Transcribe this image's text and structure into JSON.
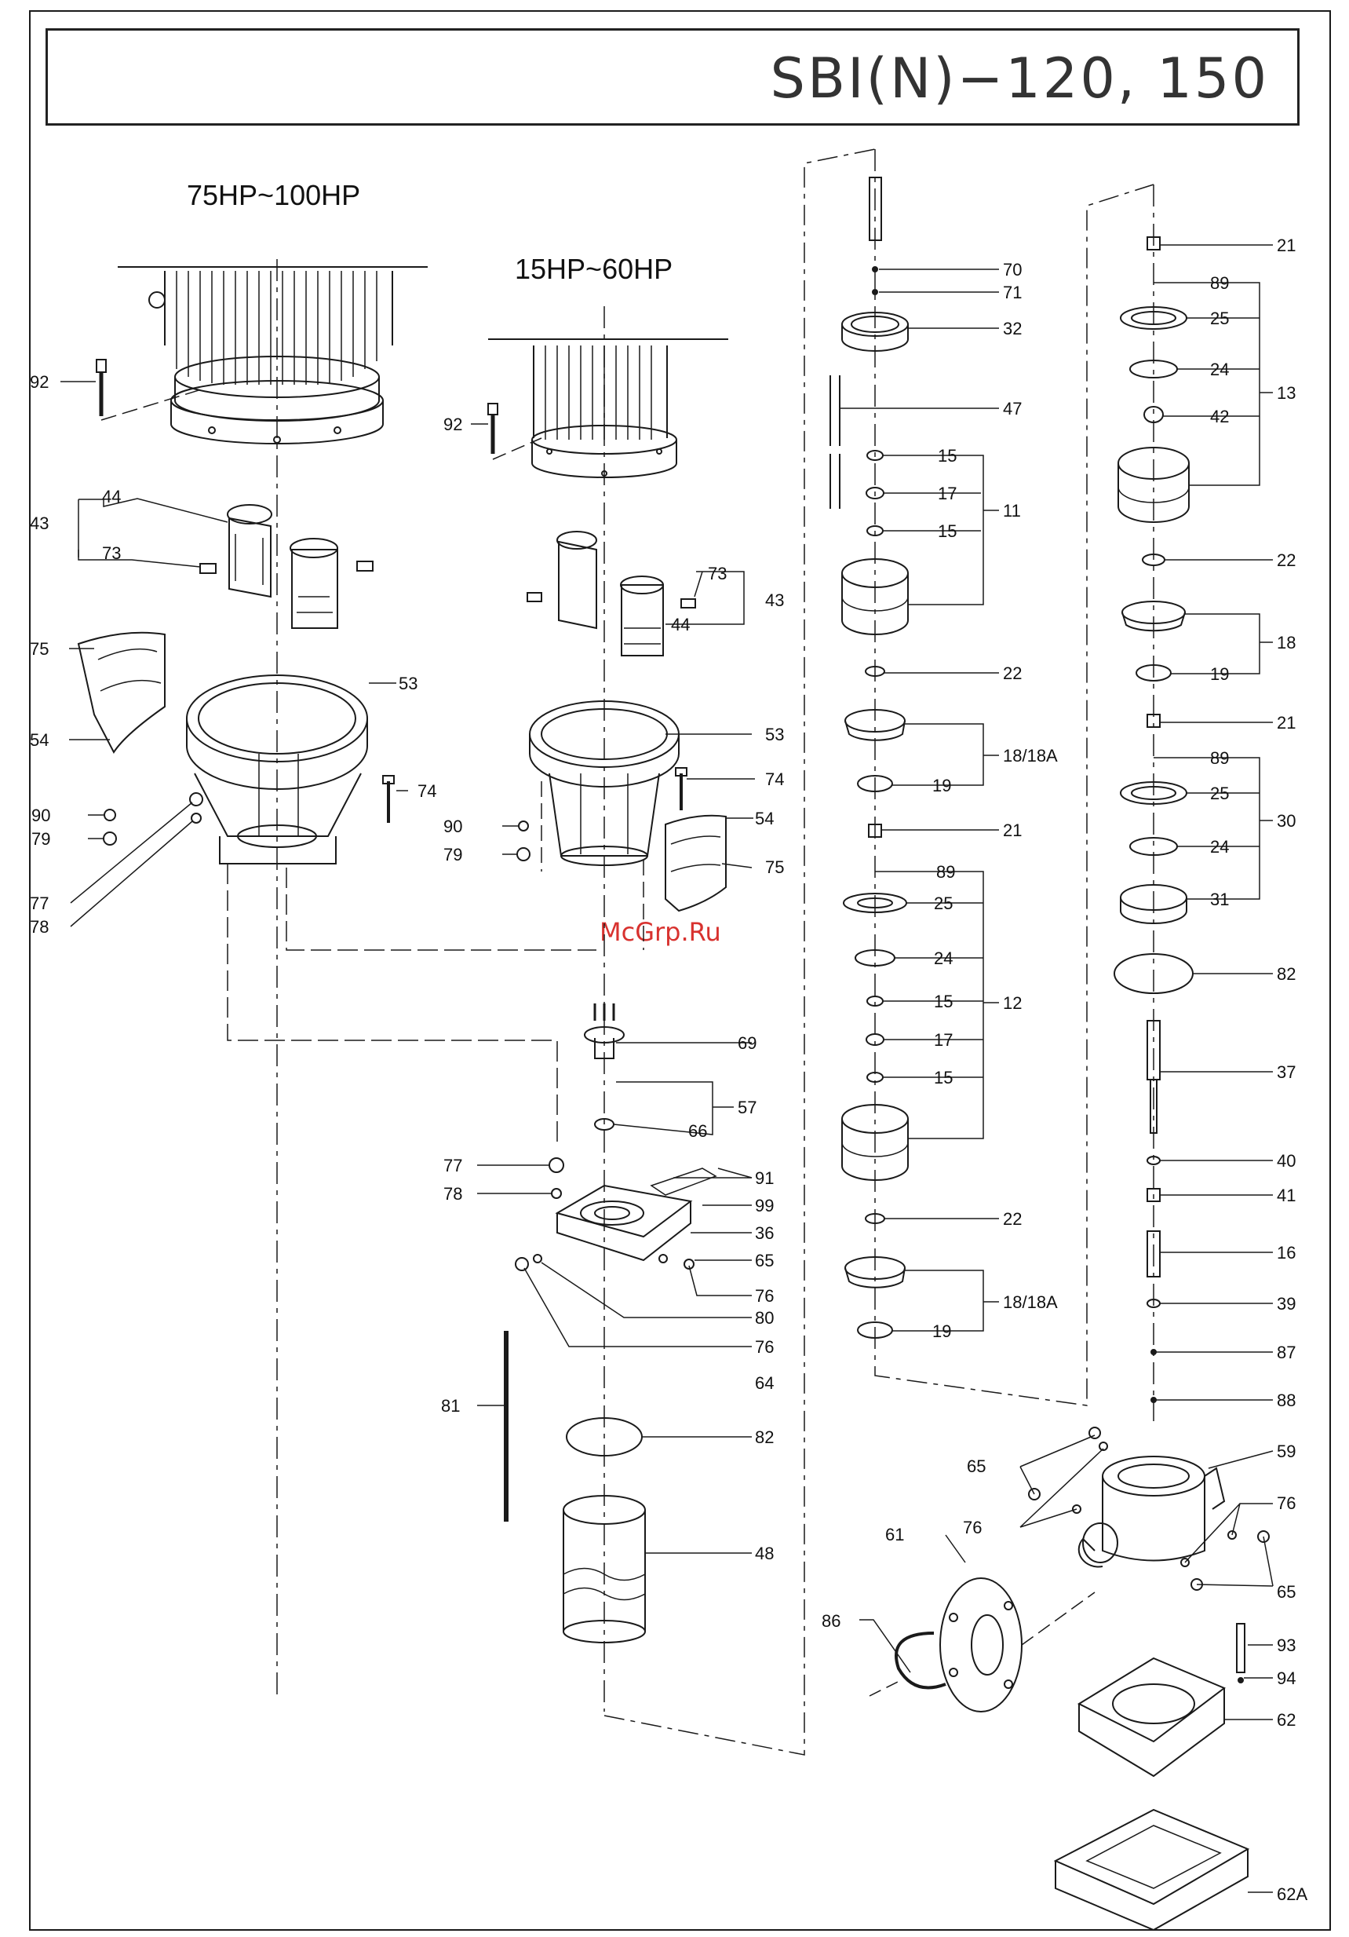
{
  "header": {
    "title": "SBI(N)−120, 150"
  },
  "groups": {
    "large_motor": "75HP~100HP",
    "small_motor": "15HP~60HP"
  },
  "watermark": "McGrp.Ru",
  "callouts": [
    {
      "label": "92"
    },
    {
      "label": "44"
    },
    {
      "label": "43"
    },
    {
      "label": "73"
    },
    {
      "label": "75"
    },
    {
      "label": "53"
    },
    {
      "label": "54"
    },
    {
      "label": "90"
    },
    {
      "label": "79"
    },
    {
      "label": "74"
    },
    {
      "label": "77"
    },
    {
      "label": "78"
    },
    {
      "label": "92"
    },
    {
      "label": "73"
    },
    {
      "label": "43"
    },
    {
      "label": "44"
    },
    {
      "label": "53"
    },
    {
      "label": "74"
    },
    {
      "label": "54"
    },
    {
      "label": "90"
    },
    {
      "label": "79"
    },
    {
      "label": "75"
    },
    {
      "label": "69"
    },
    {
      "label": "57"
    },
    {
      "label": "66"
    },
    {
      "label": "77"
    },
    {
      "label": "78"
    },
    {
      "label": "91"
    },
    {
      "label": "99"
    },
    {
      "label": "36"
    },
    {
      "label": "65"
    },
    {
      "label": "76"
    },
    {
      "label": "80"
    },
    {
      "label": "76"
    },
    {
      "label": "64"
    },
    {
      "label": "81"
    },
    {
      "label": "82"
    },
    {
      "label": "48"
    },
    {
      "label": "70"
    },
    {
      "label": "71"
    },
    {
      "label": "32"
    },
    {
      "label": "47"
    },
    {
      "label": "15"
    },
    {
      "label": "17"
    },
    {
      "label": "15"
    },
    {
      "label": "11"
    },
    {
      "label": "22"
    },
    {
      "label": "18/18A"
    },
    {
      "label": "19"
    },
    {
      "label": "21"
    },
    {
      "label": "89"
    },
    {
      "label": "25"
    },
    {
      "label": "24"
    },
    {
      "label": "15"
    },
    {
      "label": "12"
    },
    {
      "label": "17"
    },
    {
      "label": "15"
    },
    {
      "label": "22"
    },
    {
      "label": "18/18A"
    },
    {
      "label": "19"
    },
    {
      "label": "21"
    },
    {
      "label": "89"
    },
    {
      "label": "25"
    },
    {
      "label": "24"
    },
    {
      "label": "13"
    },
    {
      "label": "42"
    },
    {
      "label": "22"
    },
    {
      "label": "18"
    },
    {
      "label": "19"
    },
    {
      "label": "21"
    },
    {
      "label": "89"
    },
    {
      "label": "25"
    },
    {
      "label": "30"
    },
    {
      "label": "24"
    },
    {
      "label": "31"
    },
    {
      "label": "82"
    },
    {
      "label": "37"
    },
    {
      "label": "40"
    },
    {
      "label": "41"
    },
    {
      "label": "16"
    },
    {
      "label": "39"
    },
    {
      "label": "87"
    },
    {
      "label": "88"
    },
    {
      "label": "59"
    },
    {
      "label": "65"
    },
    {
      "label": "76"
    },
    {
      "label": "76"
    },
    {
      "label": "61"
    },
    {
      "label": "86"
    },
    {
      "label": "65"
    },
    {
      "label": "93"
    },
    {
      "label": "94"
    },
    {
      "label": "62"
    },
    {
      "label": "62A"
    }
  ]
}
